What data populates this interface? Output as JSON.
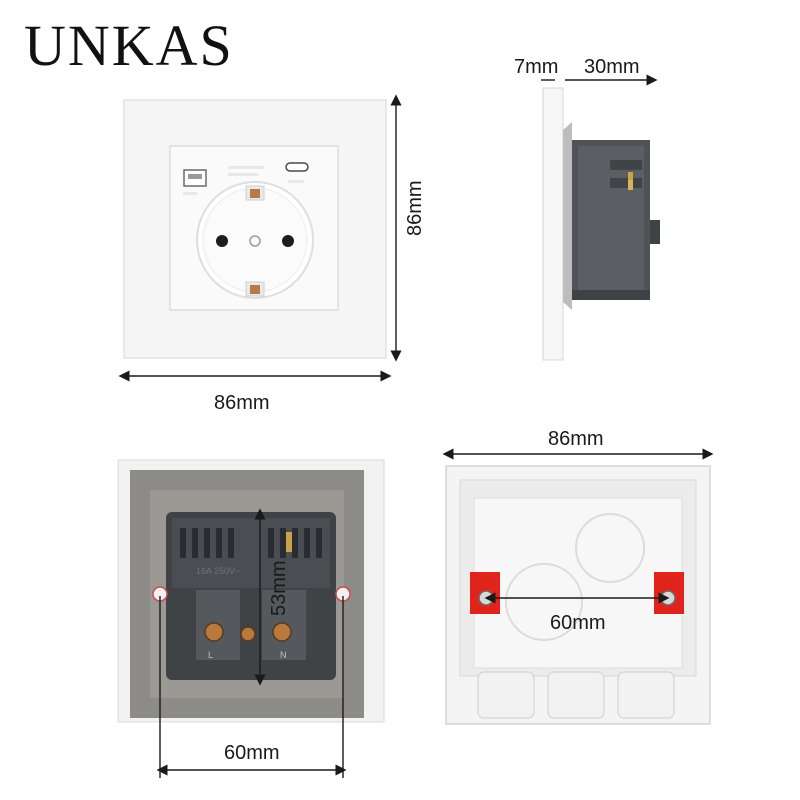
{
  "brand": "UNKAS",
  "front_view": {
    "width_label": "86mm",
    "height_label": "86mm",
    "usb_a_icon": "usb-icon",
    "usb_c_icon": "usb-c-icon"
  },
  "side_view": {
    "plate_thickness_label": "7mm",
    "body_depth_label": "30mm"
  },
  "back_view": {
    "body_height_label": "53mm",
    "screw_spacing_label": "60mm",
    "rating_label": "16A 250V~",
    "terminal_l": "L",
    "terminal_n": "N"
  },
  "mounting_box": {
    "width_label": "86mm",
    "screw_spacing_label": "60mm"
  },
  "colors": {
    "plate": "#f4f4f4",
    "back_gray": "#8a8a86",
    "body_dark": "#4a4e52",
    "terminal_red": "#e0241c",
    "line": "#1a1a1a"
  }
}
